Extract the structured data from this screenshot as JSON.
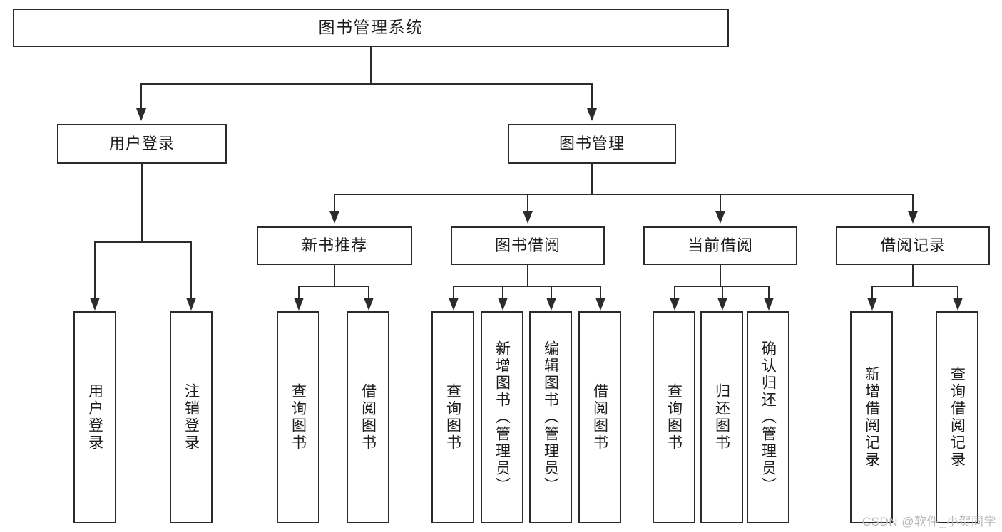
{
  "diagram": {
    "type": "tree-hierarchy-chart",
    "root": {
      "label": "图书管理系统"
    },
    "level2": [
      {
        "label": "用户登录"
      },
      {
        "label": "图书管理"
      }
    ],
    "level3": [
      {
        "label": "新书推荐"
      },
      {
        "label": "图书借阅"
      },
      {
        "label": "当前借阅"
      },
      {
        "label": "借阅记录"
      }
    ],
    "leaves": {
      "user_login": [
        {
          "label": "用户登录"
        },
        {
          "label": "注销登录"
        }
      ],
      "new_book_recommend": [
        {
          "label": "查询图书"
        },
        {
          "label": "借阅图书"
        }
      ],
      "book_borrow": [
        {
          "label": "查询图书"
        },
        {
          "label": "新增图书（管理员）"
        },
        {
          "label": "编辑图书（管理员）"
        },
        {
          "label": "借阅图书"
        }
      ],
      "current_borrow": [
        {
          "label": "查询图书"
        },
        {
          "label": "归还图书"
        },
        {
          "label": "确认归还（管理员）"
        }
      ],
      "borrow_record": [
        {
          "label": "新增借阅记录"
        },
        {
          "label": "查询借阅记录"
        }
      ]
    }
  },
  "watermark": {
    "text": "CSDN @软件_小贺同学"
  },
  "colors": {
    "stroke": "#2b2b2b",
    "background": "#ffffff",
    "text": "#1d1d1d",
    "watermark": "#b9b9b9"
  }
}
